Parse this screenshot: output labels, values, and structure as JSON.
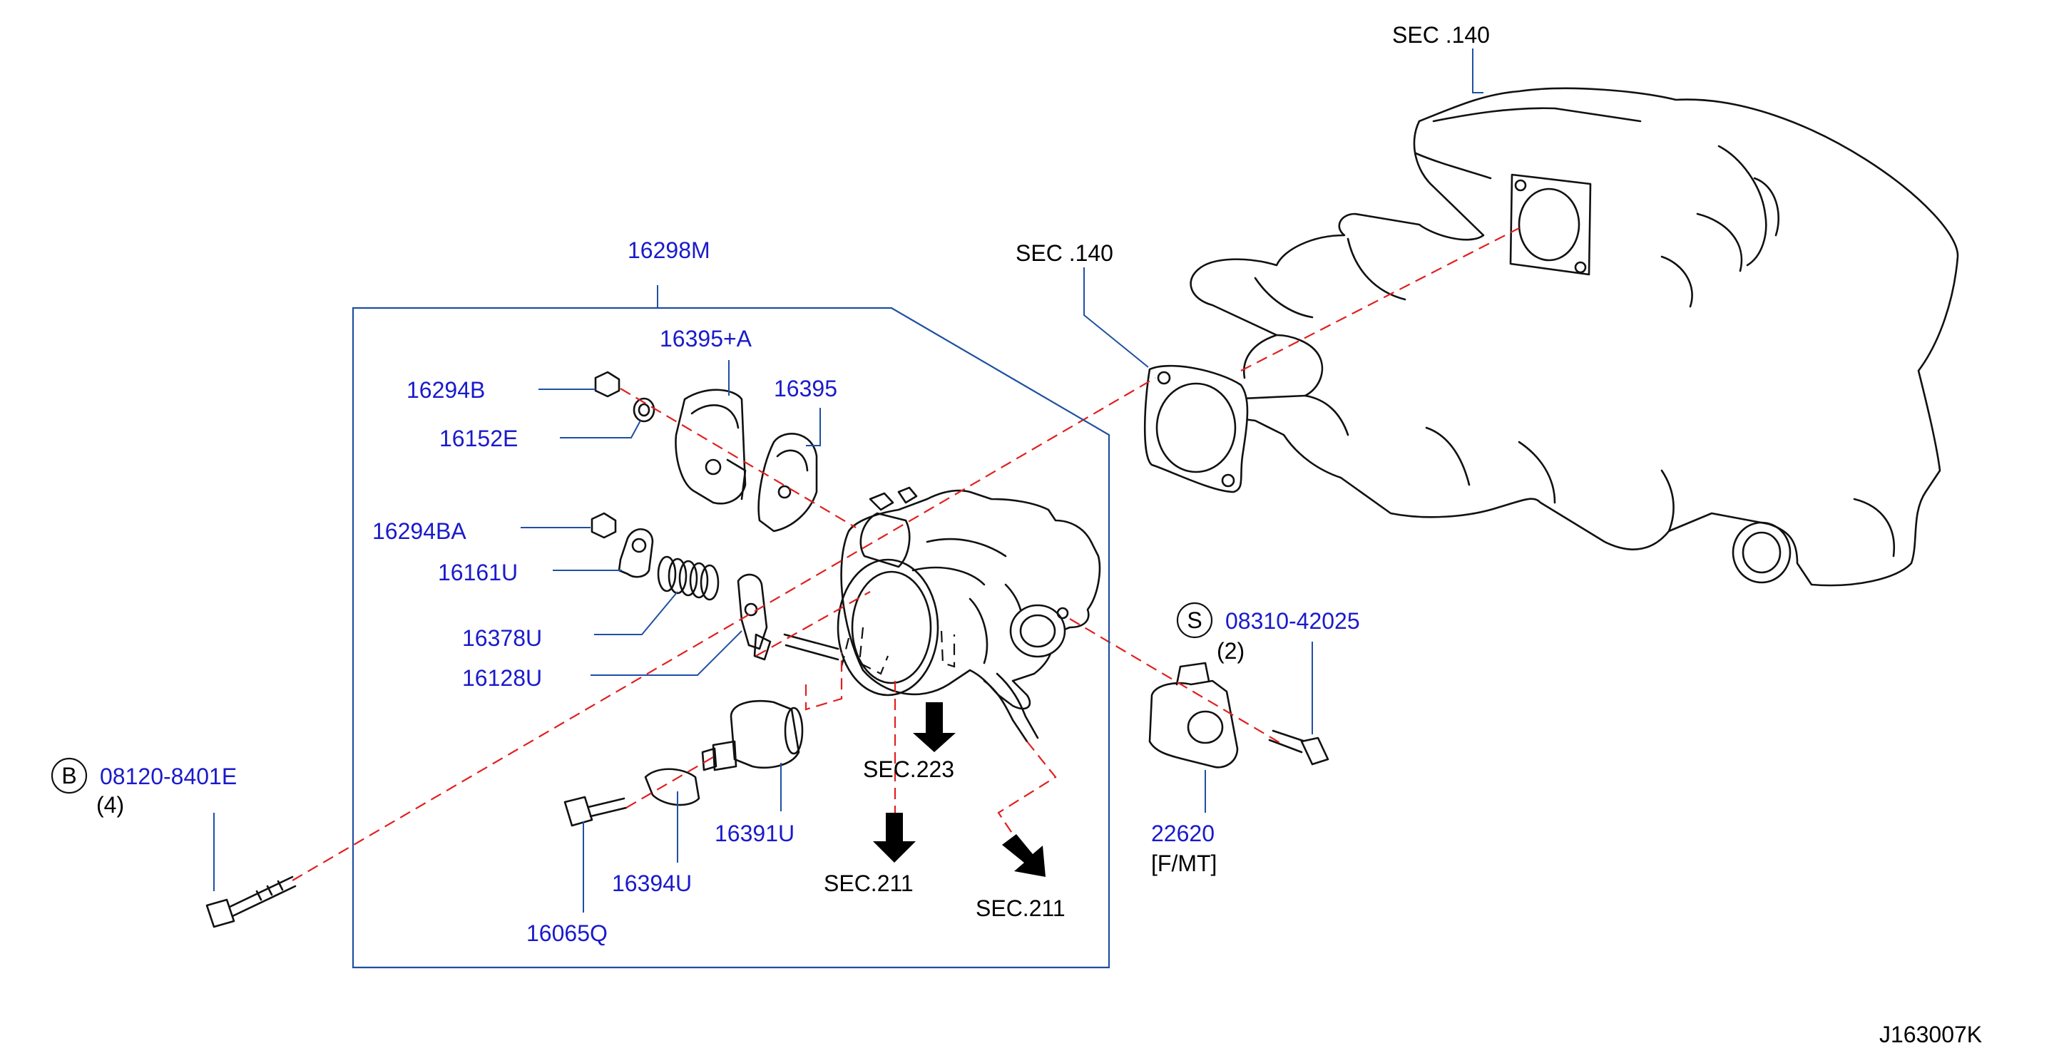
{
  "colors": {
    "part_label": "#1a1acc",
    "leader": "#1f4fa3",
    "centerline": "#e02020",
    "ink": "#111111"
  },
  "labels": {
    "sec140_top": "SEC   .140",
    "sec140_gasket": "SEC   .140",
    "p16298M": "16298M",
    "p16395A": "16395+A",
    "p16395": "16395",
    "p16294B": "16294B",
    "p16152E": "16152E",
    "p16294BA": "16294BA",
    "p16161U": "16161U",
    "p16378U": "16378U",
    "p16128U": "16128U",
    "p16391U": "16391U",
    "p16394U": "16394U",
    "p16065Q": "16065Q",
    "p08120": "08120-8401E",
    "p08120_qty": "(4)",
    "p08120_mark": "B",
    "p08310": "08310-42025",
    "p08310_qty": "(2)",
    "p08310_mark": "S",
    "p22620": "22620",
    "p22620_note": "[F/MT]",
    "sec223": "SEC.223",
    "sec211_a": "SEC.211",
    "sec211_b": "SEC.211",
    "drawing_id": "J163007K"
  }
}
